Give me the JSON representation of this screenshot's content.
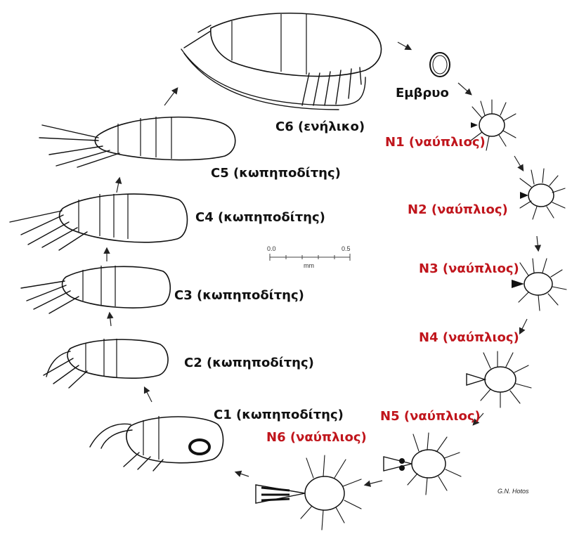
{
  "colors": {
    "stage_label": "#111111",
    "nauplius_label": "#c0151c"
  },
  "stages": {
    "c6": "C6 (ενήλικο)",
    "embryo": "Εμβρυο",
    "c5": "C5 (κωπηποδίτης)",
    "c4": "C4 (κωπηποδίτης)",
    "c3": "C3 (κωπηποδίτης)",
    "c2": "C2 (κωπηποδίτης)",
    "c1": "C1 (κωπηποδίτης)",
    "n1": "N1 (ναύπλιος)",
    "n2": "N2 (ναύπλιος)",
    "n3": "N3 (ναύπλιος)",
    "n4": "N4 (ναύπλιος)",
    "n5": "N5 (ναύπλιος)",
    "n6": "N6 (ναύπλιος)"
  },
  "scale_bar": {
    "start": "0.0",
    "end": "0.5",
    "unit": "mm"
  },
  "credit": "G.N. Hotos"
}
